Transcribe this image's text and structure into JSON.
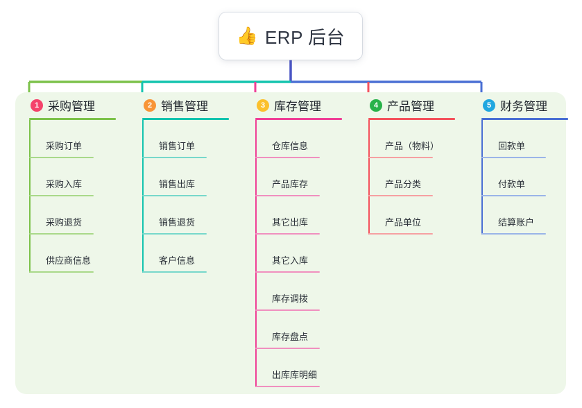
{
  "root": {
    "icon": "thumbs-up-emoji",
    "icon_glyph": "👍",
    "title": "ERP 后台"
  },
  "theme": {
    "panel_bg": "#eef7e9",
    "root_text": "#2f3542",
    "stem_color": "#4a55c4"
  },
  "branches": [
    {
      "number": "1",
      "title": "采购管理",
      "badge_color": "#f4436b",
      "line_color": "#7cc24a",
      "leaf_line_color": "#a9d98a",
      "items": [
        {
          "label": "采购订单"
        },
        {
          "label": "采购入库"
        },
        {
          "label": "采购退货"
        },
        {
          "label": "供应商信息"
        }
      ]
    },
    {
      "number": "2",
      "title": "销售管理",
      "badge_color": "#f89537",
      "line_color": "#13c4ae",
      "leaf_line_color": "#77d8cb",
      "items": [
        {
          "label": "销售订单"
        },
        {
          "label": "销售出库"
        },
        {
          "label": "销售退货"
        },
        {
          "label": "客户信息"
        }
      ]
    },
    {
      "number": "3",
      "title": "库存管理",
      "badge_color": "#fbc02d",
      "line_color": "#ef3f96",
      "leaf_line_color": "#f090bf",
      "items": [
        {
          "label": "仓库信息"
        },
        {
          "label": "产品库存"
        },
        {
          "label": "其它出库"
        },
        {
          "label": "其它入库"
        },
        {
          "label": "库存调拨"
        },
        {
          "label": "库存盘点"
        },
        {
          "label": "出库库明细"
        }
      ]
    },
    {
      "number": "4",
      "title": "产品管理",
      "badge_color": "#29b24a",
      "line_color": "#f4525c",
      "leaf_line_color": "#f6a0a2",
      "items": [
        {
          "label": "产品（物料）"
        },
        {
          "label": "产品分类"
        },
        {
          "label": "产品单位"
        }
      ]
    },
    {
      "number": "5",
      "title": "财务管理",
      "badge_color": "#21a7e0",
      "line_color": "#4a6fd4",
      "leaf_line_color": "#9ab4e8",
      "items": [
        {
          "label": "回款单"
        },
        {
          "label": "付款单"
        },
        {
          "label": "结算账户"
        }
      ]
    }
  ]
}
